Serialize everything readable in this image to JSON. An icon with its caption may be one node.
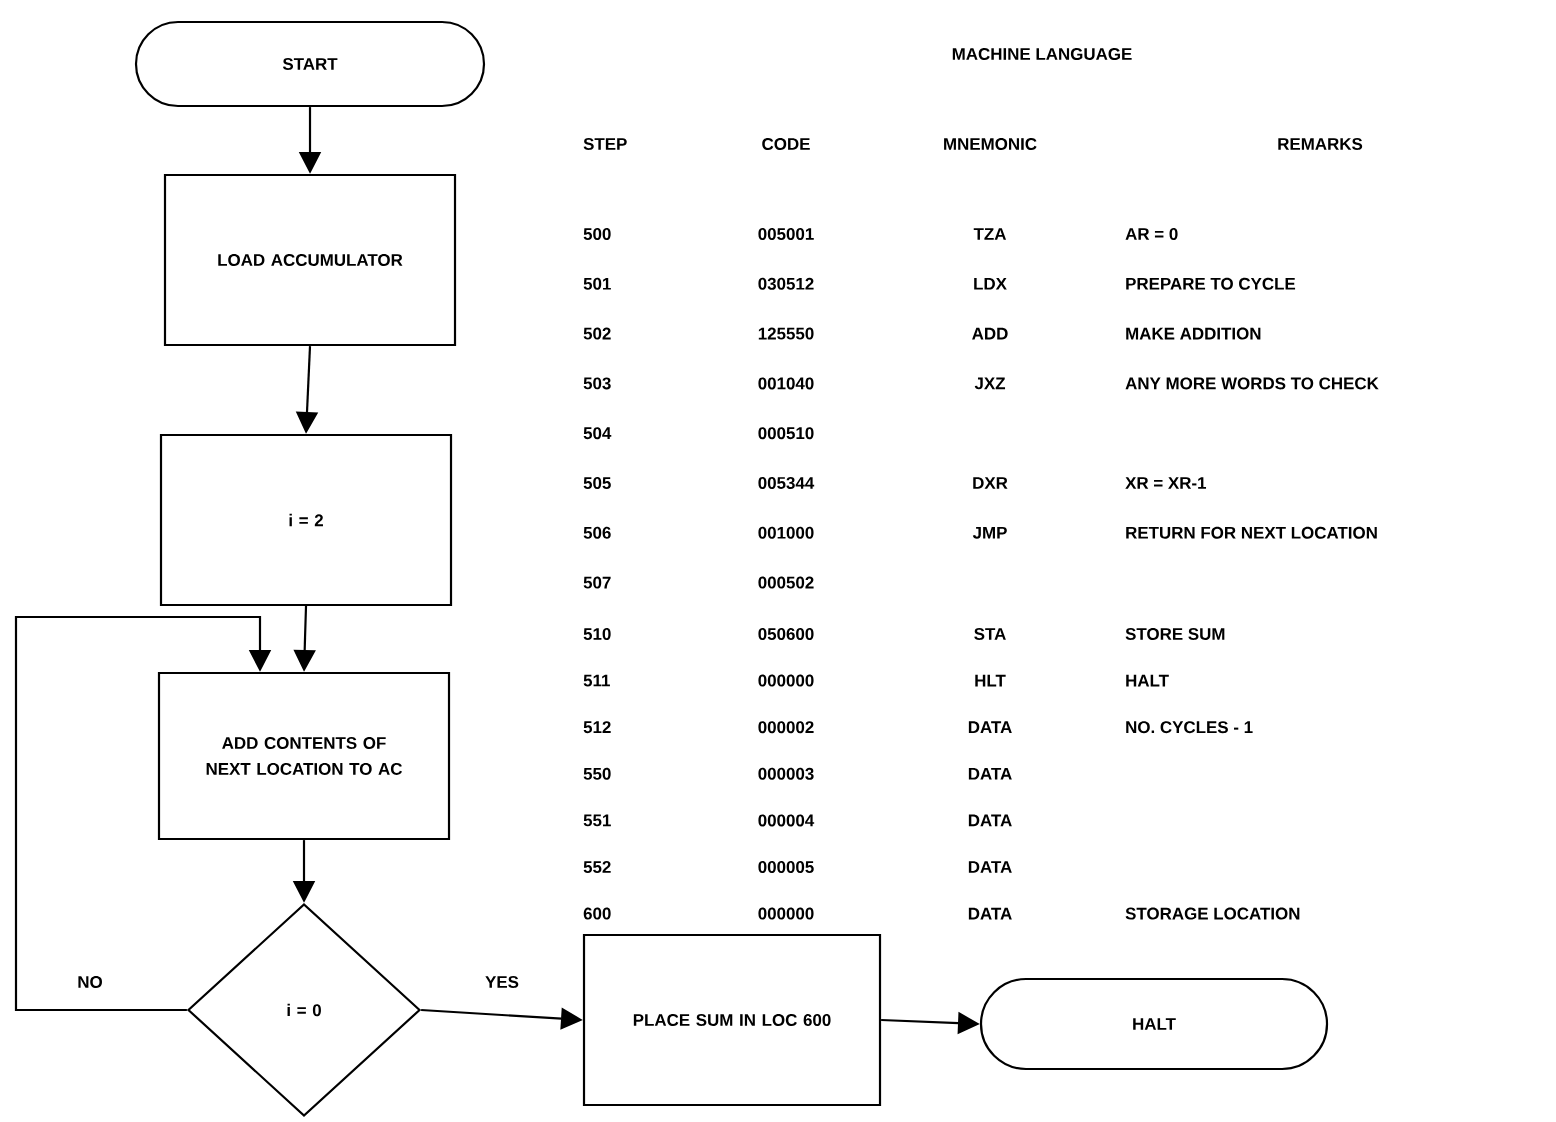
{
  "diagram": {
    "nodes": [
      {
        "text": [
          "START"
        ]
      },
      {
        "text": [
          "LOAD ACCUMULATOR"
        ]
      },
      {
        "text": [
          "i = 2"
        ]
      },
      {
        "text": [
          "ADD CONTENTS OF NEXT LOCATION TO AC"
        ]
      },
      {
        "text": [
          "i = 0"
        ]
      },
      {
        "text": [
          "PLACE SUM IN LOC 600"
        ]
      },
      {
        "text": [
          "HALT"
        ]
      }
    ],
    "edges": [
      {
        "from": 0,
        "to": 1,
        "arrow": "to"
      },
      {
        "from": 1,
        "to": 2,
        "arrow": "to"
      },
      {
        "from": 2,
        "to": 3,
        "arrow": "to"
      },
      {
        "from": 3,
        "to": 4,
        "arrow": "to"
      },
      {
        "from": 4,
        "to": 3,
        "arrow": "to",
        "label": "NO"
      },
      {
        "from": 4,
        "to": 5,
        "arrow": "to",
        "label": "YES"
      },
      {
        "from": 5,
        "to": 6,
        "arrow": "to"
      }
    ],
    "labels": [
      "MACHINE LANGUAGE",
      "STEP",
      "CODE",
      "MNEMONIC",
      "REMARKS",
      "500",
      "005001",
      "TZA",
      "AR = 0",
      "501",
      "030512",
      "LDX",
      "PREPARE TO CYCLE",
      "502",
      "125550",
      "ADD",
      "MAKE ADDITION",
      "503",
      "001040",
      "JXZ",
      "ANY MORE WORDS TO CHECK",
      "504",
      "000510",
      "505",
      "005344",
      "DXR",
      "XR = XR-1",
      "506",
      "001000",
      "JMP",
      "RETURN FOR NEXT LOCATION",
      "507",
      "000502",
      "510",
      "050600",
      "STA",
      "STORE SUM",
      "511",
      "000000",
      "HLT",
      "HALT",
      "512",
      "000002",
      "DATA",
      "NO. CYCLES - 1",
      "550",
      "000003",
      "DATA",
      "551",
      "000004",
      "DATA",
      "552",
      "000005",
      "DATA",
      "600",
      "000000",
      "DATA",
      "STORAGE LOCATION"
    ]
  }
}
